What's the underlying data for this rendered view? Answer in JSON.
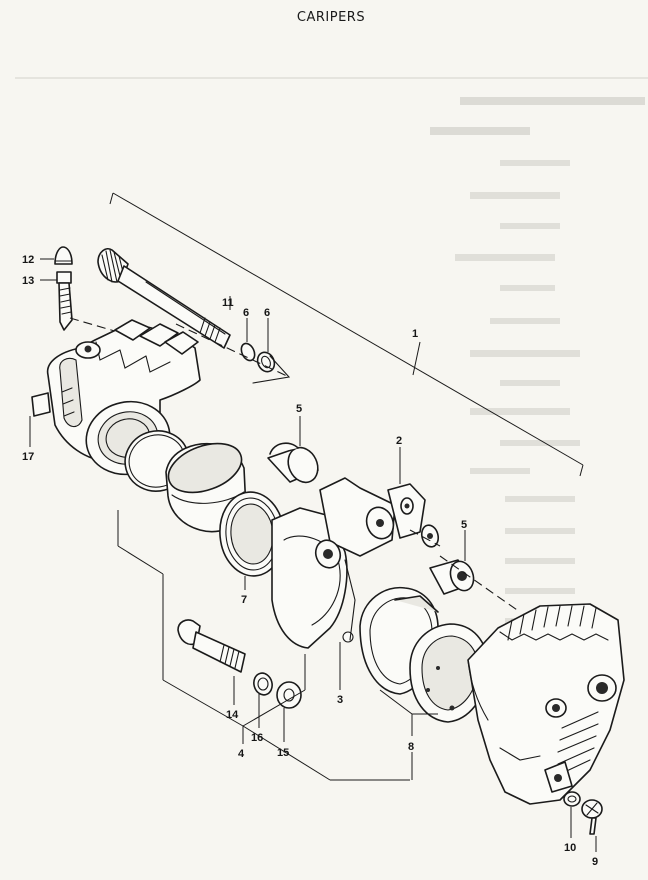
{
  "title": "CARIPERS",
  "parts": [
    {
      "id": "1",
      "text": "1"
    },
    {
      "id": "2",
      "text": "2"
    },
    {
      "id": "3",
      "text": "3"
    },
    {
      "id": "4",
      "text": "4"
    },
    {
      "id": "5a",
      "text": "5"
    },
    {
      "id": "5b",
      "text": "5"
    },
    {
      "id": "6a",
      "text": "6"
    },
    {
      "id": "6b",
      "text": "6"
    },
    {
      "id": "7",
      "text": "7"
    },
    {
      "id": "8",
      "text": "8"
    },
    {
      "id": "9",
      "text": "9"
    },
    {
      "id": "10",
      "text": "10"
    },
    {
      "id": "11",
      "text": "11"
    },
    {
      "id": "12",
      "text": "12"
    },
    {
      "id": "13",
      "text": "13"
    },
    {
      "id": "14",
      "text": "14"
    },
    {
      "id": "15",
      "text": "15"
    },
    {
      "id": "16",
      "text": "16"
    },
    {
      "id": "17",
      "text": "17"
    }
  ]
}
